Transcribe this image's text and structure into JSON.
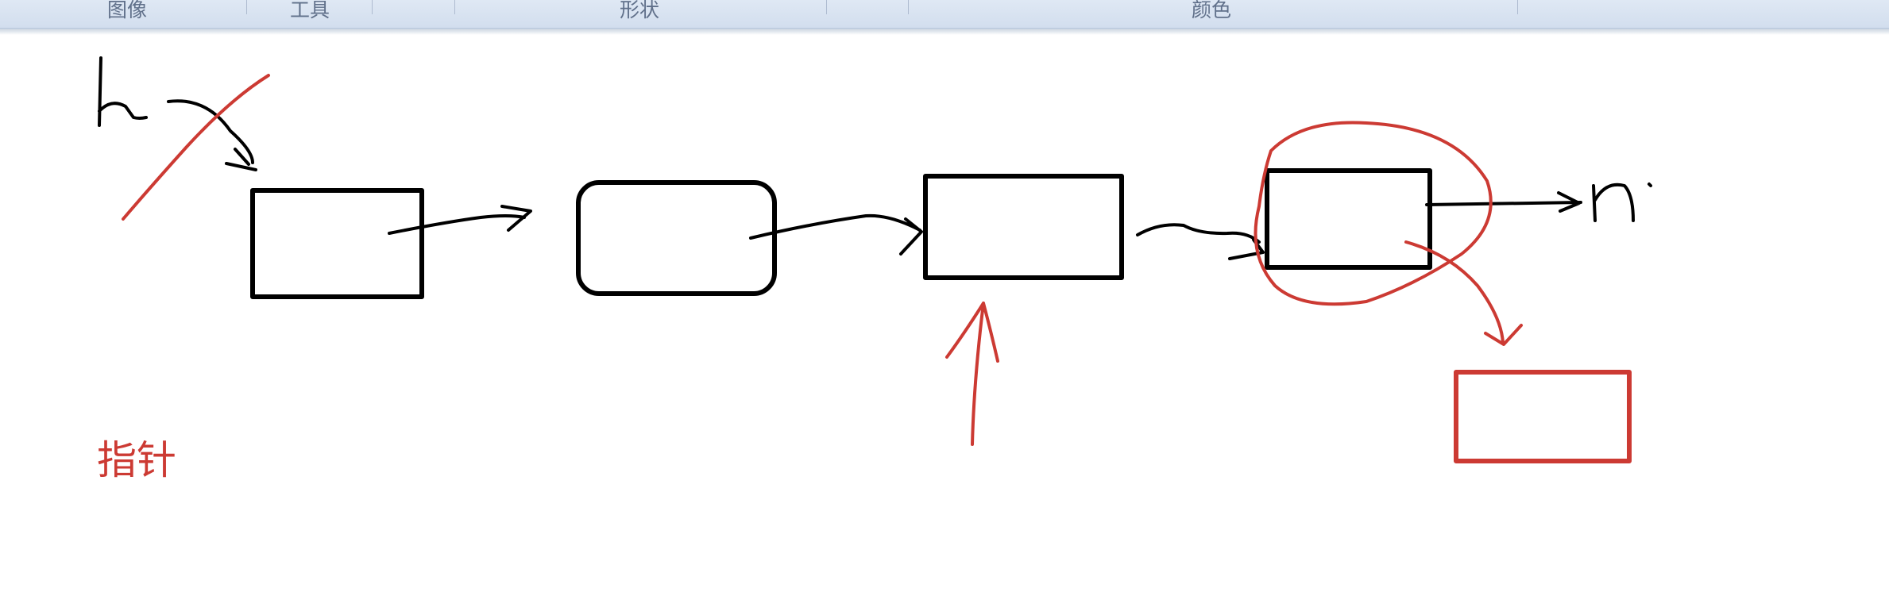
{
  "ribbon": {
    "groups": [
      {
        "label": "图像"
      },
      {
        "label": "工具"
      },
      {
        "label": "形状"
      },
      {
        "label": "颜色"
      }
    ]
  },
  "canvas": {
    "annotation_text": "指针",
    "handwriting": {
      "head_letter": "h",
      "tail_text": "n"
    }
  },
  "colors": {
    "ink_black": "#000000",
    "ink_red": "#cc3a33",
    "ribbon_bg": "#d9e3f1",
    "ribbon_text": "#60708a"
  }
}
